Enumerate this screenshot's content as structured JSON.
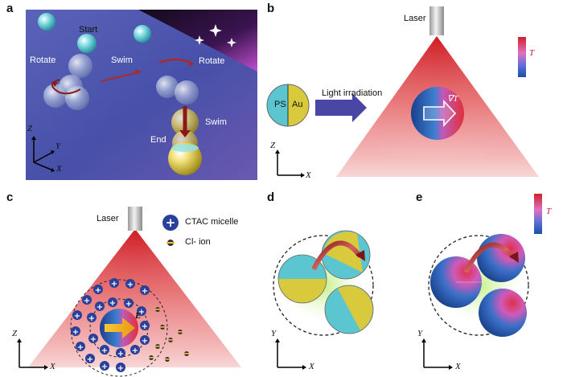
{
  "panels": {
    "a": {
      "label": "a",
      "texts": {
        "start": "Start",
        "rotate1": "Rotate",
        "swim1": "Swim",
        "rotate2": "Rotate",
        "swim2": "Swim",
        "end": "End"
      },
      "axes": {
        "z": "Z",
        "y": "Y",
        "x": "X"
      }
    },
    "b": {
      "label": "b",
      "laser": "Laser",
      "janus_left": "PS",
      "janus_right": "Au",
      "arrow_text": "Light irradiation",
      "gradient_symbol": "∇T",
      "colorbar_symbol": "T",
      "axes": {
        "z": "Z",
        "x": "X"
      }
    },
    "c": {
      "label": "c",
      "laser": "Laser",
      "legend_micelle": "CTAC micelle",
      "legend_ion": "Cl- ion",
      "field_symbol": "E",
      "axes": {
        "z": "Z",
        "x": "X"
      }
    },
    "d": {
      "label": "d",
      "axes": {
        "y": "Y",
        "x": "X"
      }
    },
    "e": {
      "label": "e",
      "colorbar_symbol": "T",
      "axes": {
        "y": "Y",
        "x": "X"
      }
    }
  },
  "colors": {
    "cyan": "#4fc3cf",
    "gold": "#d4c13a",
    "laser_red": "#e0343a",
    "navy": "#2a3f9a",
    "arrow_blue": "#4b47a8"
  }
}
